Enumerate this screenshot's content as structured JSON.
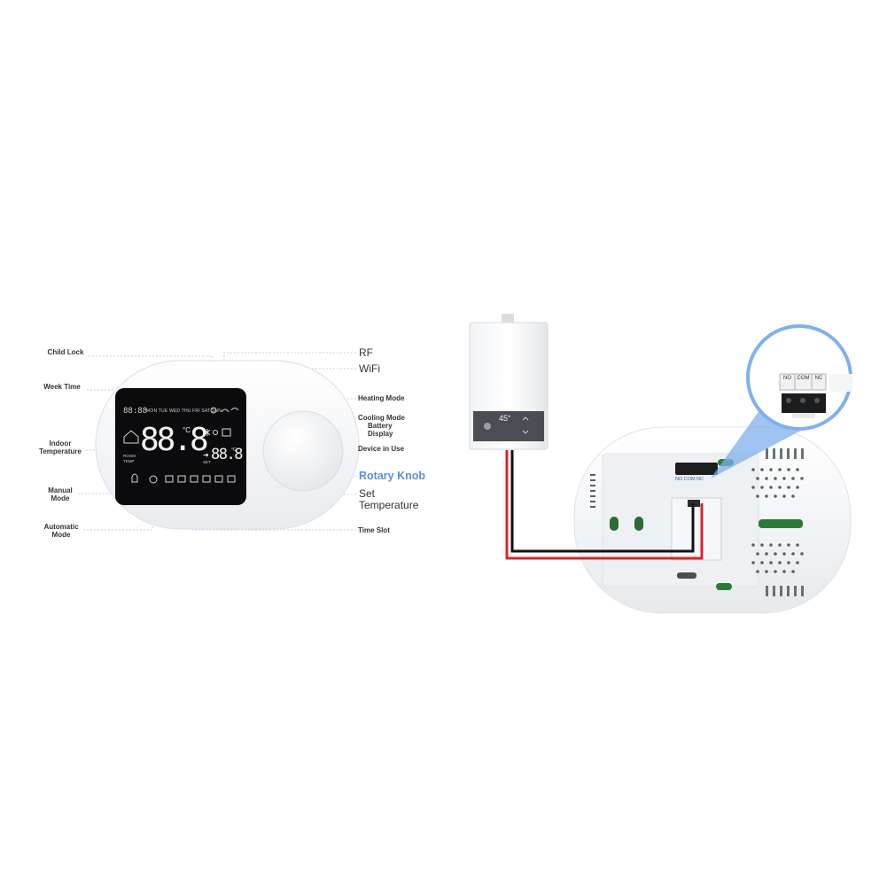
{
  "diagram": {
    "left_callouts": [
      {
        "id": "child-lock",
        "text": "Child Lock"
      },
      {
        "id": "week-time",
        "text": "Week Time"
      },
      {
        "id": "indoor-temperature",
        "text": "Indoor\nTemperature"
      },
      {
        "id": "manual-mode",
        "text": "Manual\nMode"
      },
      {
        "id": "automatic-mode",
        "text": "Automatic\nMode"
      }
    ],
    "right_callouts": {
      "rf": "RF",
      "wifi": "WiFi",
      "heating_mode": "Heating Mode",
      "cooling_mode": "Cooling Mode",
      "battery_display": "Battery\nDisplay",
      "device_in_use": "Device in Use",
      "rotary_knob": "Rotary Knob",
      "set_temperature": "Set\nTemperature",
      "time_slot": "Time Slot"
    },
    "lcd": {
      "days": "MON TUE WED THU FRI SAT SUN",
      "clock": "88:88",
      "room_temp": "88.8",
      "room_unit": "°C",
      "room_label": "ROOM\nTEMP",
      "set_temp": "88.8",
      "set_unit": "°C",
      "set_label": "SET"
    },
    "boiler": {
      "display_temp": "45°"
    },
    "terminal": {
      "no": "NO",
      "com": "COM",
      "nc": "NC",
      "back_label": "NO COM NC"
    }
  },
  "colors": {
    "callout_line": "#a9c3e0",
    "knob_label": "#5a8fd6",
    "wire_red": "#d9262b",
    "wire_black": "#111111",
    "zoom_blue": "#7fb0ec"
  }
}
